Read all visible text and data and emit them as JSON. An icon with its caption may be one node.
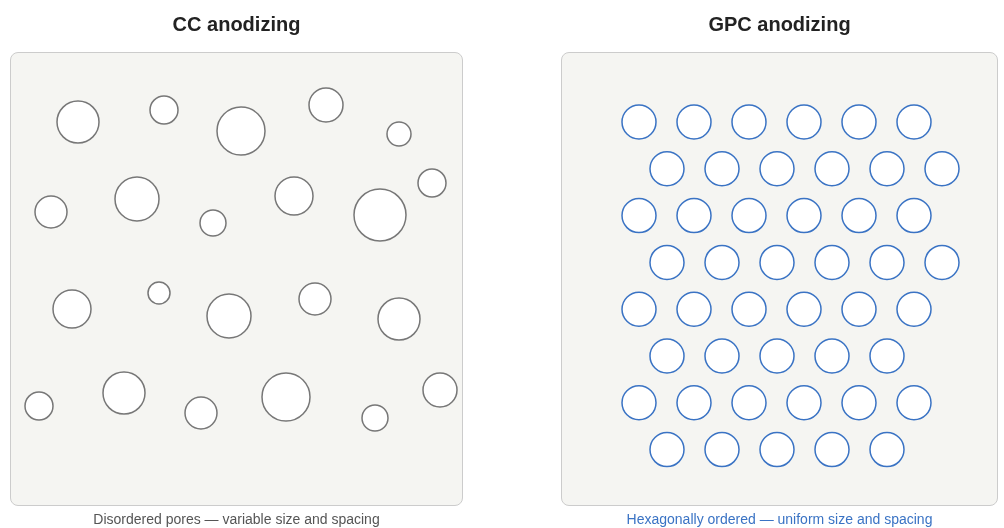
{
  "diagram": {
    "nodes": [
      {
        "text": [
          "CC anodizing"
        ],
        "beside": [
          "Disordered pores — variable size and spacing"
        ]
      },
      {
        "text": [
          "GPC anodizing"
        ],
        "beside": [
          "Hexagonally ordered — uniform size and spacing"
        ]
      }
    ]
  }
}
